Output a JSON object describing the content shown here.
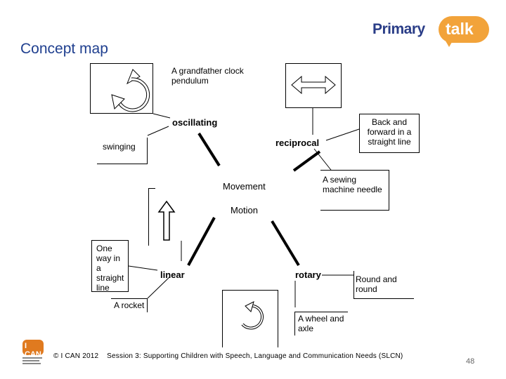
{
  "title": "Concept map",
  "logo": {
    "part1": "Primary",
    "part2": "talk"
  },
  "center": {
    "primary": "Movement",
    "secondary": "Motion"
  },
  "branches": {
    "oscillating": {
      "label": "oscillating",
      "synonym": "swinging",
      "example": "A grandfather clock pendulum"
    },
    "reciprocal": {
      "label": "reciprocal",
      "synonym": "Back and forward in a straight line",
      "example": "A sewing machine needle"
    },
    "linear": {
      "label": "linear",
      "synonym": "One way in a straight line",
      "example": "A rocket"
    },
    "rotary": {
      "label": "rotary",
      "synonym": "Round and round",
      "example": "A wheel and axle"
    }
  },
  "footer": {
    "copyright": "© I CAN 2012",
    "session": "Session 3: Supporting Children with Speech, Language and Communication Needs (SLCN)",
    "page": "48",
    "ican_logo": "I CAN"
  },
  "icons": [
    "circular-arrow-icon",
    "double-arrow-icon",
    "up-arrow-icon",
    "rotate-arrow-icon"
  ]
}
